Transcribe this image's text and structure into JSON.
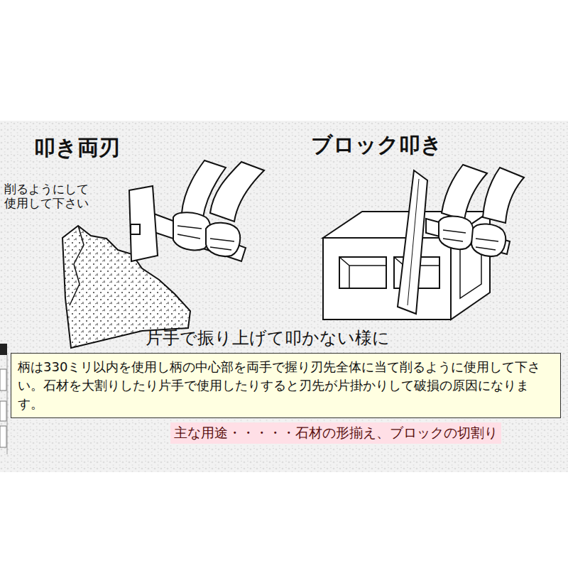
{
  "diagram": {
    "nodes": [
      {
        "text": [
          "柄は330ミリ以内を使用し柄の中心部を両手で握り刃先全体に当て削るように使用して下さい。石材を大割りしたり片手で使用したりすると刃先が片掛かりして破損の原因になります。"
        ]
      },
      {
        "text": [
          "主な用途・・・・・石材の形揃え、ブロックの切割り"
        ]
      }
    ],
    "labels": [
      "叩き両刃",
      "ブロック叩き",
      "削るようにして 使用して下さい",
      "片手で振り上げて叩かない様に"
    ]
  }
}
